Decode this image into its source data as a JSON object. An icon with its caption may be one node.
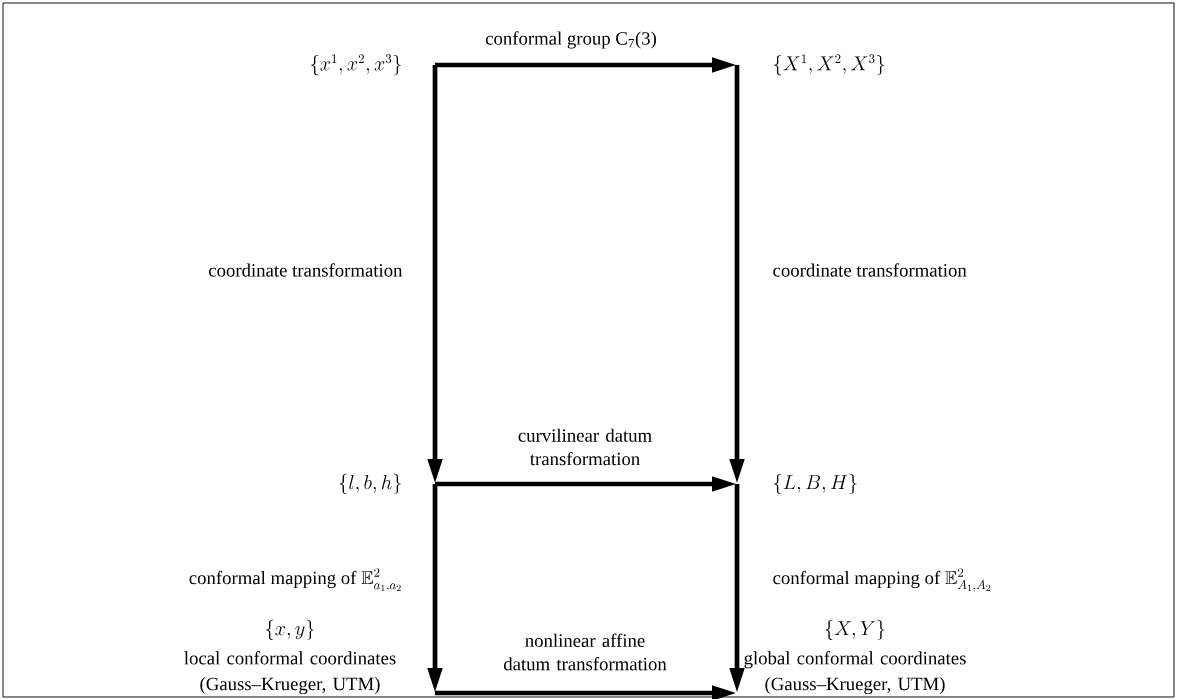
{
  "diagram": {
    "nodes": [
      {
        "text": [
          "\\{x^1, x^2, x^3\\}"
        ]
      },
      {
        "text": [
          "\\{X^1, X^2, X^3\\}"
        ]
      },
      {
        "text": [
          "\\{l, b, h\\}"
        ]
      },
      {
        "text": [
          "\\{L, B, H\\}"
        ]
      },
      {
        "text": [
          "\\{x, y\\}",
          "local conformal coordinates (Gauss–Krueger, UTM)"
        ]
      },
      {
        "text": [
          "\\{X, Y\\}",
          "global conformal coordinates (Gauss–Krueger, UTM)"
        ]
      }
    ],
    "edges": [
      {
        "from": 0,
        "to": 1,
        "arrow": "to",
        "label": "conformal group C$_{7}$(3)"
      },
      {
        "from": 0,
        "to": 2,
        "arrow": "to",
        "label": "coordinate transformation"
      },
      {
        "from": 2,
        "to": 3,
        "arrow": "to",
        "label": "curvilinear datum transformation"
      },
      {
        "from": 1,
        "to": 3,
        "arrow": "to",
        "label": "coordinate transformation"
      },
      {
        "from": 2,
        "to": 4,
        "arrow": "to",
        "label": "\\text{conformal mapping of }\\mathbb{E}^2_{a_1,a_2}"
      },
      {
        "from": 3,
        "to": 5,
        "arrow": "to",
        "label": "\\text{conformal mapping of }\\mathbb{E}^2_{A_1,A_2}"
      },
      {
        "from": 4,
        "to": 5,
        "arrow": "to",
        "label": "nonlinear affine datum transformation"
      }
    ]
  }
}
